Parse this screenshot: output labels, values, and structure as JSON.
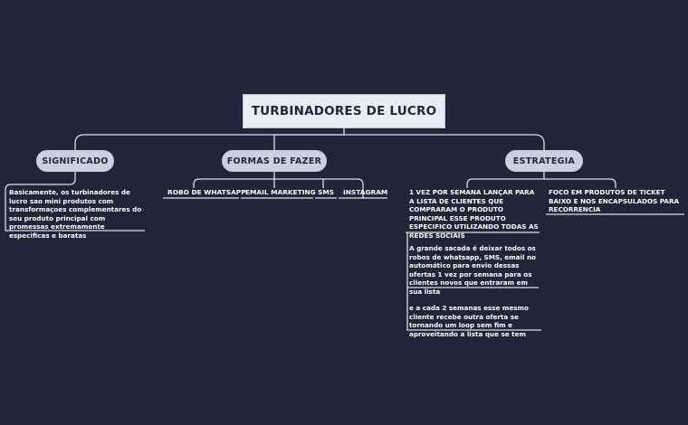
{
  "root": {
    "title": "TURBINADORES DE LUCRO"
  },
  "branches": {
    "significado": {
      "label": "SIGNIFICADO",
      "text": "Basicamente, os turbinadores de lucro sao mini produtos com transformaçoes complementares do seu produto principal com promessas extremamente especificas e baratas"
    },
    "formas": {
      "label": "FORMAS DE FAZER",
      "items": [
        "ROBO DE WHATSAPP",
        "EMAIL MARKETING",
        "SMS",
        "INSTAGRAM"
      ]
    },
    "estrategia": {
      "label": "ESTRATEGIA",
      "main": "1 VEZ POR SEMANA LANÇAR PARA A LISTA DE CLIENTES QUE COMPRARAM O PRODUTO PRINCIPAL ESSE PRODUTO ESPECIFICO UTILIZANDO TODAS AS REDES SOCIAIS",
      "sub1": "A grande sacada é deixar todos os robos de whatsapp, SMS, email no automático para envio dessas ofertas 1 vez por semana para os clientes novos que entraram em sua lista",
      "sub2": "e a cada 2 semanas esse mesmo cliente recebe outra oferta se tornando um loop sem fim e aproveitando a lista que se tem",
      "focus": "FOCO EM PRODUTOS DE TICKET BAIXO E NOS ENCAPSULADOS PARA RECORRENCIA"
    }
  },
  "colors": {
    "background": "#1f2639",
    "root_fill": "#e6edf4",
    "pill_fill": "#c7d2de",
    "connector": "#d9dfe6"
  }
}
